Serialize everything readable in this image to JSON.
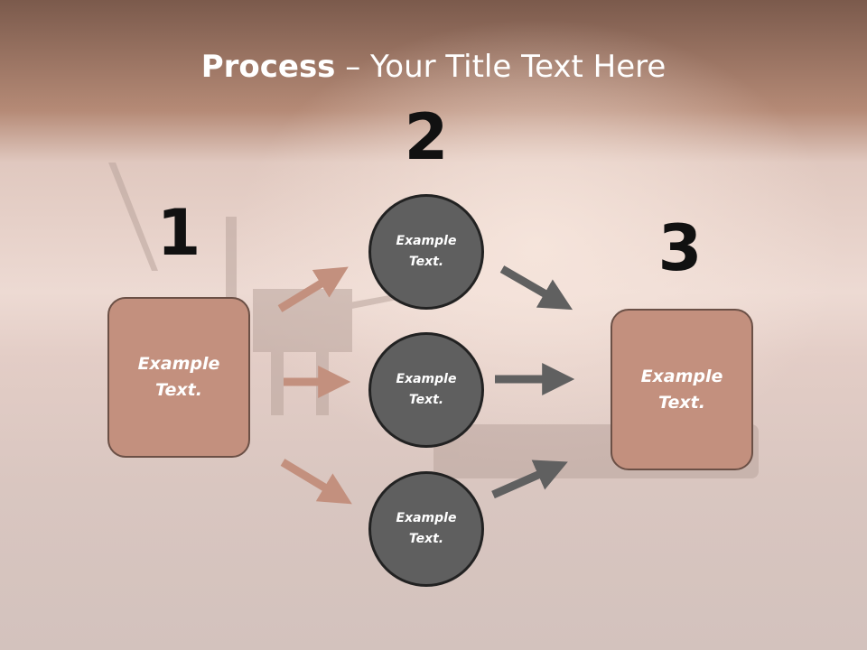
{
  "slide": {
    "title_bold": "Process",
    "title_rest": " – Your Title Text Here"
  },
  "steps": [
    {
      "number": "1",
      "label": "Example Text."
    },
    {
      "number": "2",
      "labels": [
        "Example Text.",
        "Example Text.",
        "Example Text."
      ]
    },
    {
      "number": "3",
      "label": "Example Text."
    }
  ],
  "colors": {
    "box_fill": "#c3907e",
    "circle_fill": "#5f5f5f",
    "arrow_in": "#c3907e",
    "arrow_out": "#606060"
  }
}
